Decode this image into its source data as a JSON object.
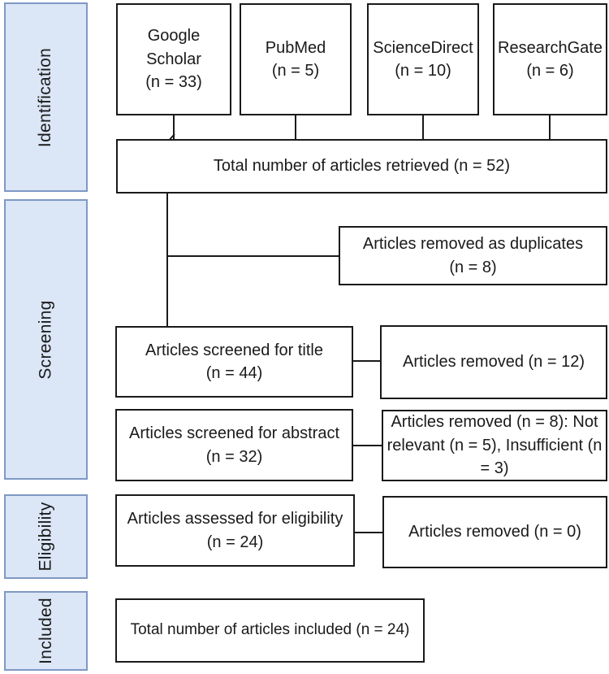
{
  "stages": [
    {
      "label": "Identification"
    },
    {
      "label": "Screening"
    },
    {
      "label": "Eligibility"
    },
    {
      "label": "Included"
    }
  ],
  "sources": [
    {
      "label": "Google\nScholar\n(n = 33)"
    },
    {
      "label": "PubMed\n(n = 5)"
    },
    {
      "label": "ScienceDirect\n(n = 10)"
    },
    {
      "label": "ResearchGate\n(n = 6)"
    }
  ],
  "flow": {
    "total_retrieved": "Total number of articles retrieved (n = 52)",
    "removed_duplicates": "Articles removed as duplicates\n(n = 8)",
    "screened_title": "Articles screened for title\n(n = 44)",
    "removed_title": "Articles removed (n = 12)",
    "screened_abstract": "Articles screened for abstract\n(n = 32)",
    "removed_abstract": "Articles removed (n = 8): Not relevant (n = 5), Insufficient (n = 3)",
    "assessed_eligibility": "Articles assessed for eligibility\n(n = 24)",
    "removed_eligibility": "Articles removed (n = 0)",
    "total_included": "Total number of articles included (n = 24)"
  },
  "colors": {
    "stage_fill": "#dbe6f6",
    "stage_border": "#7e99c4",
    "box_border": "#1a1a1a",
    "text": "#1a1a1a",
    "background": "#ffffff"
  }
}
